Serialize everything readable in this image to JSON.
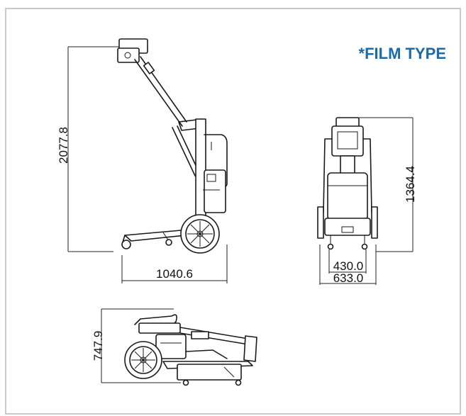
{
  "title": "*FILM TYPE",
  "colors": {
    "title": "#1b6aa9",
    "line": "#1a1a1a",
    "frame": "#b9b9b9"
  },
  "dimensions": {
    "side_height": "2077.8",
    "side_length": "1040.6",
    "front_height": "1364.4",
    "front_width_inner": "430.0",
    "front_width_outer": "633.0",
    "folded_height": "747.9"
  }
}
